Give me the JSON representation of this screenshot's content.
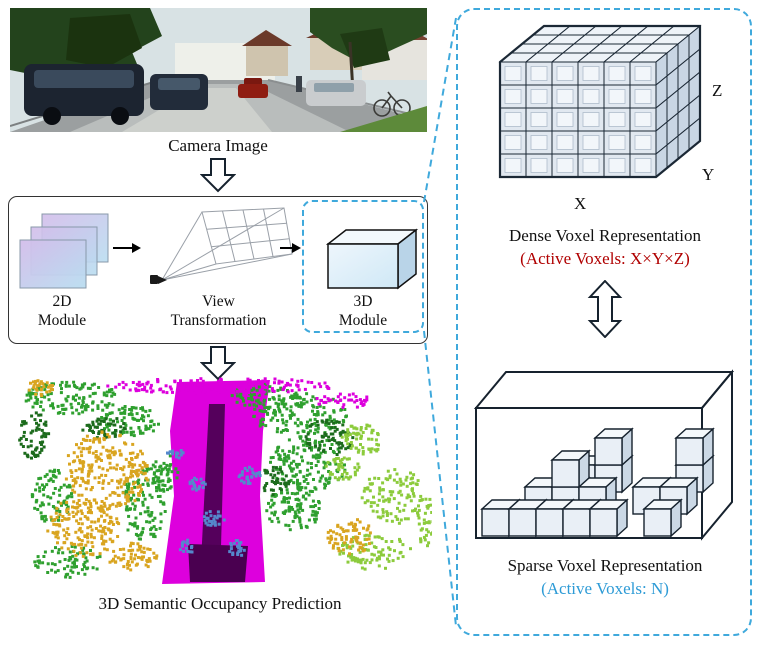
{
  "left": {
    "camera_caption": "Camera Image",
    "module_2d": {
      "line1": "2D",
      "line2": "Module"
    },
    "view_transformation": {
      "line1": "View",
      "line2": "Transformation"
    },
    "module_3d": {
      "line1": "3D",
      "line2": "Module"
    },
    "occupancy_caption": "3D Semantic Occupancy Prediction"
  },
  "right": {
    "dense": {
      "title": "Dense Voxel Representation",
      "subtitle": "(Active Voxels: X×Y×Z)"
    },
    "sparse": {
      "title": "Sparse Voxel Representation",
      "subtitle": "(Active Voxels: N)"
    },
    "axes": {
      "x": "X",
      "y": "Y",
      "z": "Z"
    }
  },
  "colors": {
    "dashed_outline": "#3FA9DC",
    "dense_subtitle": "#B00000",
    "sparse_subtitle": "#2E9BD6",
    "occupancy_palette": {
      "road": "#DD00DD",
      "road_center": "#4A0050",
      "vegetation": "#2FA02F",
      "dark_vegetation": "#1C6B1C",
      "terrain_light": "#8CCB3C",
      "building": "#D9A520",
      "vehicle": "#5588CC"
    }
  }
}
